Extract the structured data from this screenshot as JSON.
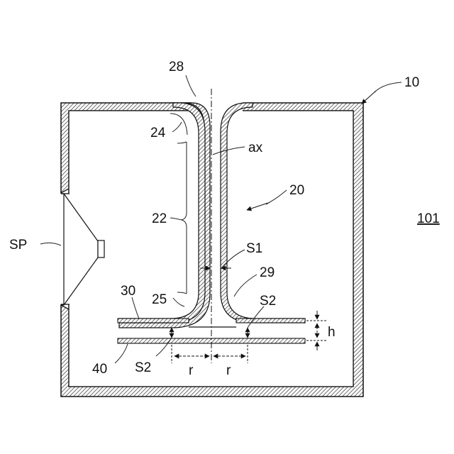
{
  "labels": {
    "sheet": "101",
    "enclosure": "10",
    "horn": "20",
    "top_opening": "28",
    "bottom_opening": "29",
    "upper_plate": "30",
    "lower_plate": "40",
    "axis": "ax",
    "straight_section": "22",
    "upper_curve": "24",
    "lower_curve": "25",
    "speaker": "SP",
    "gap_s1": "S1",
    "gap_s2_right": "S2",
    "gap_s2_left": "S2",
    "height": "h",
    "radius_left": "r",
    "radius_right": "r"
  },
  "colors": {
    "line": "#111111",
    "hatch": "#333333",
    "background": "#ffffff"
  }
}
